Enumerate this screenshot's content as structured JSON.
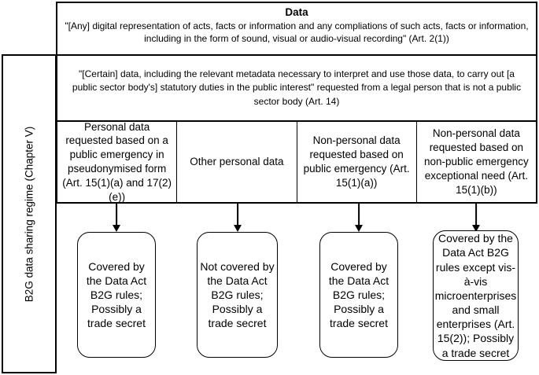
{
  "figure": {
    "top_box": {
      "title": "Data",
      "definition": "\"[Any] digital representation of acts, facts or information and any compliations of such acts, facts or information, including in the form of sound, visual or audio-visual recording\" (Art. 2(1))"
    },
    "scope_box": {
      "definition": "\"[Certain] data, including the relevant metadata necessary to interpret and use those data, to carry out [a public sector body's] statutory duties in the public interest\" requested from a legal person that is not a public sector body (Art. 14)"
    },
    "side_label": "B2G data sharing regime (Chapter V)",
    "categories": [
      {
        "header": "Personal data requested based on a public emergency in pseudonymised form (Art. 15(1)(a) and 17(2)(e))",
        "outcome": "Covered by the Data Act B2G rules; Possibly a trade secret"
      },
      {
        "header": "Other personal data",
        "outcome": "Not covered by the Data Act B2G rules; Possibly a trade secret"
      },
      {
        "header": "Non-personal data requested based on public emergency (Art. 15(1)(a))",
        "outcome": "Covered by the Data Act B2G rules; Possibly a trade secret"
      },
      {
        "header": "Non-personal data requested based on non-public emergency exceptional need (Art. 15(1)(b))",
        "outcome": "Covered by the Data Act B2G rules except vis-à-vis microenterprises and small enterprises (Art. 15(2)); Possibly a trade secret"
      }
    ],
    "colors": {
      "border": "#000000",
      "background": "#ffffff",
      "text": "#000000"
    }
  }
}
